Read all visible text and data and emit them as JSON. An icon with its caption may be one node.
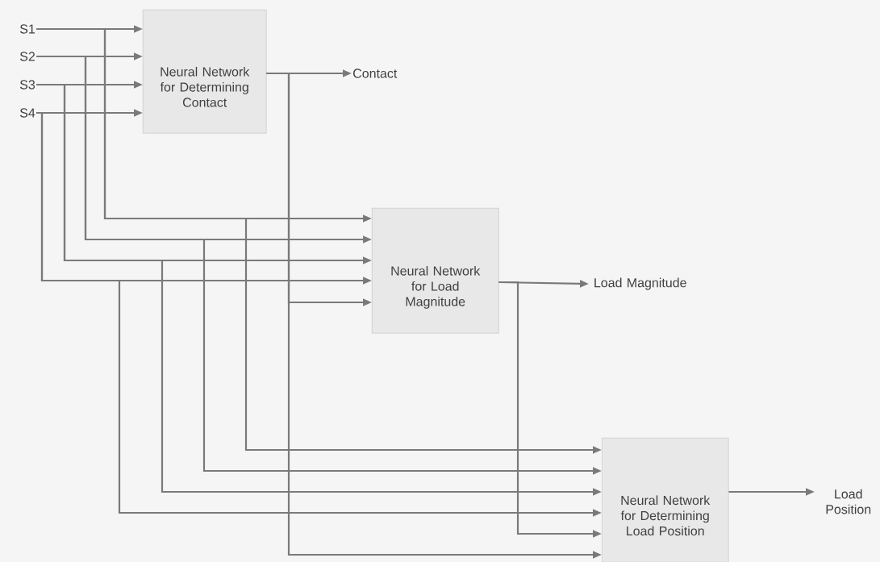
{
  "diagram": {
    "nodes": [
      {
        "text": [
          "S1"
        ]
      },
      {
        "text": [
          "S2"
        ]
      },
      {
        "text": [
          "S3"
        ]
      },
      {
        "text": [
          "S4"
        ]
      },
      {
        "text": [
          "Neural Network for Determining Contact"
        ]
      },
      {
        "text": [
          "Contact"
        ]
      },
      {
        "text": [
          "Neural Network for Load Magnitude"
        ]
      },
      {
        "text": [
          "Load Magnitude"
        ]
      },
      {
        "text": [
          "Neural Network for Determining Load Position"
        ]
      },
      {
        "text": [
          "Load Position"
        ]
      }
    ],
    "edges": [
      {
        "from": 0,
        "to": 4,
        "arrow": "to"
      },
      {
        "from": 1,
        "to": 4,
        "arrow": "to"
      },
      {
        "from": 2,
        "to": 4,
        "arrow": "to"
      },
      {
        "from": 3,
        "to": 4,
        "arrow": "to"
      },
      {
        "from": 4,
        "to": 5,
        "arrow": "to"
      },
      {
        "from": 0,
        "to": 6,
        "arrow": "to"
      },
      {
        "from": 1,
        "to": 6,
        "arrow": "to"
      },
      {
        "from": 2,
        "to": 6,
        "arrow": "to"
      },
      {
        "from": 3,
        "to": 6,
        "arrow": "to"
      },
      {
        "from": 4,
        "to": 6,
        "arrow": "to"
      },
      {
        "from": 6,
        "to": 7,
        "arrow": "to"
      },
      {
        "from": 0,
        "to": 8,
        "arrow": "to"
      },
      {
        "from": 1,
        "to": 8,
        "arrow": "to"
      },
      {
        "from": 2,
        "to": 8,
        "arrow": "to"
      },
      {
        "from": 3,
        "to": 8,
        "arrow": "to"
      },
      {
        "from": 6,
        "to": 8,
        "arrow": "to"
      },
      {
        "from": 4,
        "to": 8,
        "arrow": "to"
      },
      {
        "from": 8,
        "to": 9,
        "arrow": "to"
      }
    ]
  }
}
